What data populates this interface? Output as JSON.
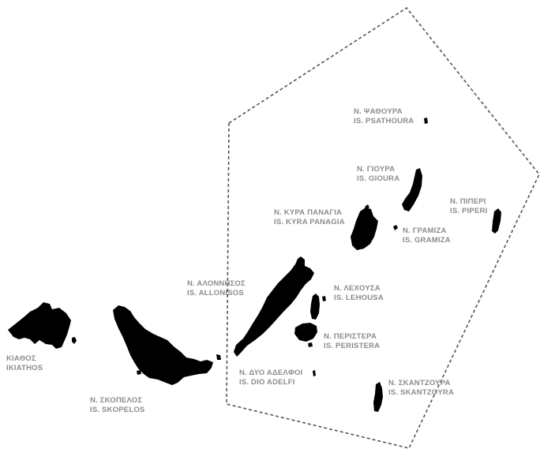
{
  "colors": {
    "land": "#000000",
    "water": "#ffffff",
    "label_text": "#8c8c8c",
    "boundary": "#555555"
  },
  "labels": {
    "psathoura": {
      "greek": "Ν. ΨΑΘΟΥΡΑ",
      "latin": "IS. PSATHOURA"
    },
    "gioura": {
      "greek": "Ν. ΓΙΟΥΡΑ",
      "latin": "IS. GIOURA"
    },
    "piperi": {
      "greek": "Ν. ΠΙΠΕΡΙ",
      "latin": "IS. PIPERI"
    },
    "kyra_panagia": {
      "greek": "Ν. ΚΥΡΑ ΠΑΝΑΓΙΑ",
      "latin": "IS. KYRA PANAGIA"
    },
    "gramiza": {
      "greek": "Ν. ΓΡΑΜΙΖΑ",
      "latin": "IS. GRAMIZA"
    },
    "alonnisos": {
      "greek": "Ν. ΑΛΟΝΝΗΣΟΣ",
      "latin": "IS. ALLONISOS"
    },
    "lehousa": {
      "greek": "Ν. ΛΕΧΟΥΣΑ",
      "latin": "IS. LEHOUSA"
    },
    "peristera": {
      "greek": "Ν. ΠΕΡΙΣΤΕΡΑ",
      "latin": "IS. PERISTERA"
    },
    "dio_adelfi": {
      "greek": "Ν. ΔΥΟ ΑΔΕΛΦΟΙ",
      "latin": "IS. DIO ADELFI"
    },
    "skantzoura": {
      "greek": "Ν. ΣΚΑΝΤΖΟΥΡΑ",
      "latin": "IS. SKANTZOYRA"
    },
    "skiathos": {
      "greek": "ΚΙΑΘΟΣ",
      "latin": "IKIATHOS"
    },
    "skopelos": {
      "greek": "Ν. ΣΚΟΠΕΛΟΣ",
      "latin": "IS. SKOPELOS"
    }
  }
}
